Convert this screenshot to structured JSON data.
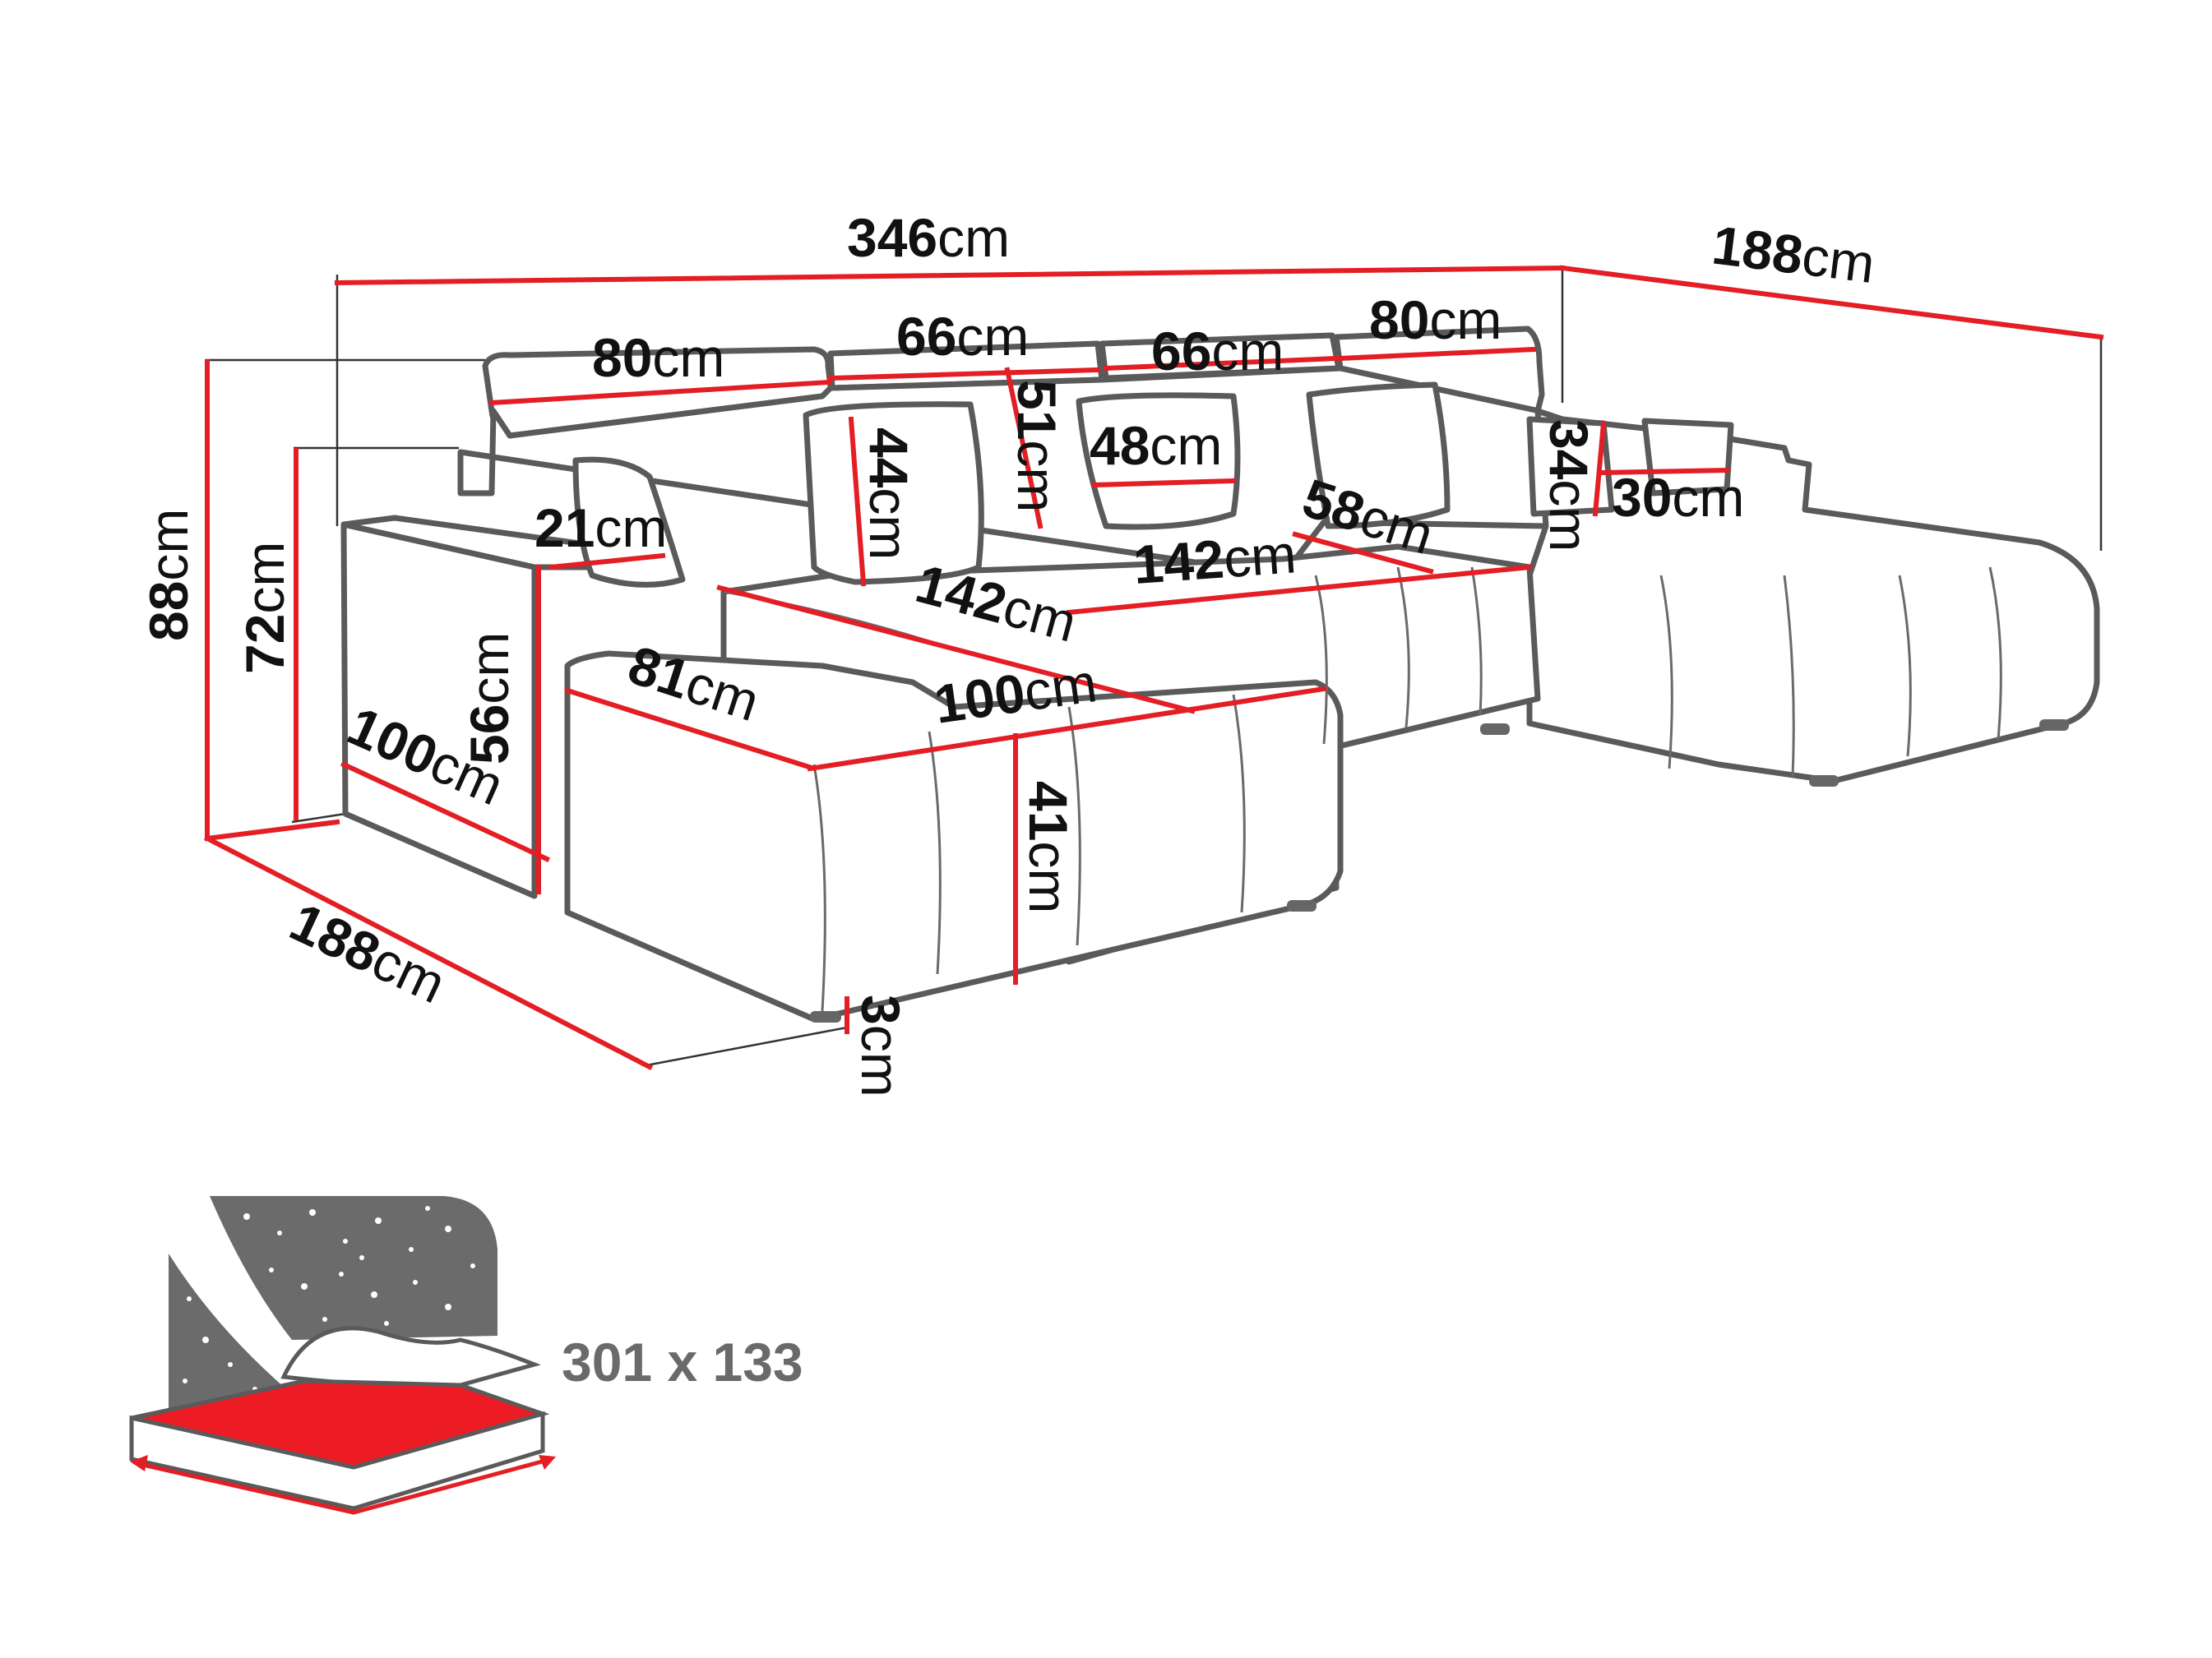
{
  "colors": {
    "dimension_line": "#e31e24",
    "outline": "#5a5a5a",
    "bed_surface": "#ed1c24",
    "night_sky": "#6b6b6b",
    "text": "#111111",
    "bed_label": "#6a6a6a"
  },
  "unit": "cm",
  "dimensions": {
    "overall_width": {
      "value": "346",
      "unit": "cm"
    },
    "right_depth": {
      "value": "188",
      "unit": "cm"
    },
    "left_depth": {
      "value": "188",
      "unit": "cm"
    },
    "total_height": {
      "value": "88",
      "unit": "cm"
    },
    "back_height": {
      "value": "72",
      "unit": "cm"
    },
    "back_cushion_1": {
      "value": "80",
      "unit": "cm"
    },
    "back_cushion_2": {
      "value": "66",
      "unit": "cm"
    },
    "back_cushion_3": {
      "value": "66",
      "unit": "cm"
    },
    "back_cushion_4": {
      "value": "80",
      "unit": "cm"
    },
    "back_cushion_height": {
      "value": "51",
      "unit": "cm"
    },
    "large_pillow_height": {
      "value": "44",
      "unit": "cm"
    },
    "large_pillow_width": {
      "value": "48",
      "unit": "cm"
    },
    "small_pillow_height": {
      "value": "34",
      "unit": "cm"
    },
    "small_pillow_width": {
      "value": "30",
      "unit": "cm"
    },
    "armrest_width": {
      "value": "21",
      "unit": "cm"
    },
    "armrest_height": {
      "value": "56",
      "unit": "cm"
    },
    "armrest_depth": {
      "value": "100",
      "unit": "cm"
    },
    "left_seat_length": {
      "value": "142",
      "unit": "cm"
    },
    "middle_seat_width": {
      "value": "142",
      "unit": "cm"
    },
    "seat_depth": {
      "value": "58",
      "unit": "cm"
    },
    "chaise_width": {
      "value": "81",
      "unit": "cm"
    },
    "chaise_depth": {
      "value": "100",
      "unit": "cm"
    },
    "seat_height": {
      "value": "41",
      "unit": "cm"
    },
    "leg_height": {
      "value": "3",
      "unit": "cm"
    }
  },
  "bed": {
    "size_label": "301 x 133",
    "icon": "sleeping-function-icon"
  }
}
